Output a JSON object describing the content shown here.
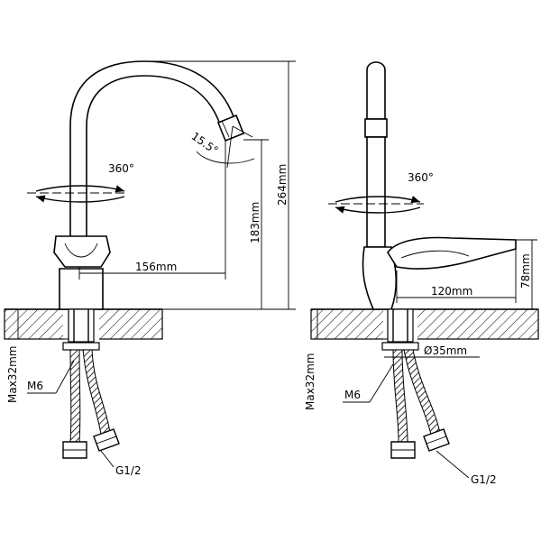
{
  "left_view": {
    "rotation": "360°",
    "angle": "15.5°",
    "reach": "156mm",
    "spout_height": "183mm",
    "total_height": "264mm",
    "max_thickness": "Max32mm",
    "mount_thread": "M6",
    "hose_thread": "G1/2"
  },
  "right_view": {
    "rotation": "360°",
    "lever_reach": "120mm",
    "lever_height": "78mm",
    "hole_diameter": "Ø35mm",
    "max_thickness": "Max32mm",
    "mount_thread": "M6",
    "hose_thread": "G1/2"
  }
}
